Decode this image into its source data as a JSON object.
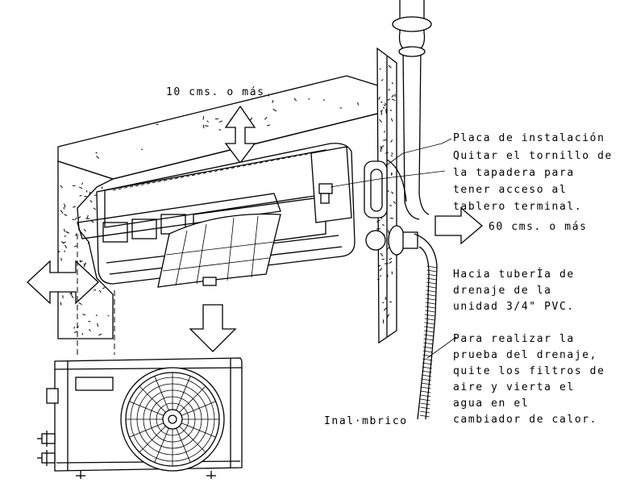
{
  "labels": {
    "clearance_top": "10 cms. o más",
    "mounting_plate": "Placa de instalación",
    "screw_note": [
      "Quitar el tornillo de",
      "la tapadera para",
      "tener acceso al",
      "tablero terminal."
    ],
    "clearance_side": "60 cms. o más",
    "drain_note": [
      "Hacia tuberÌa de",
      "drenaje de la",
      "unidad 3/4\" PVC."
    ],
    "drain_test_note": [
      "Para realizar la",
      "prueba del drenaje,",
      "quite los filtros de",
      "aire y vierta el",
      "agua en el",
      "cambiador de calor."
    ],
    "wireless": "Inal·mbrico"
  }
}
